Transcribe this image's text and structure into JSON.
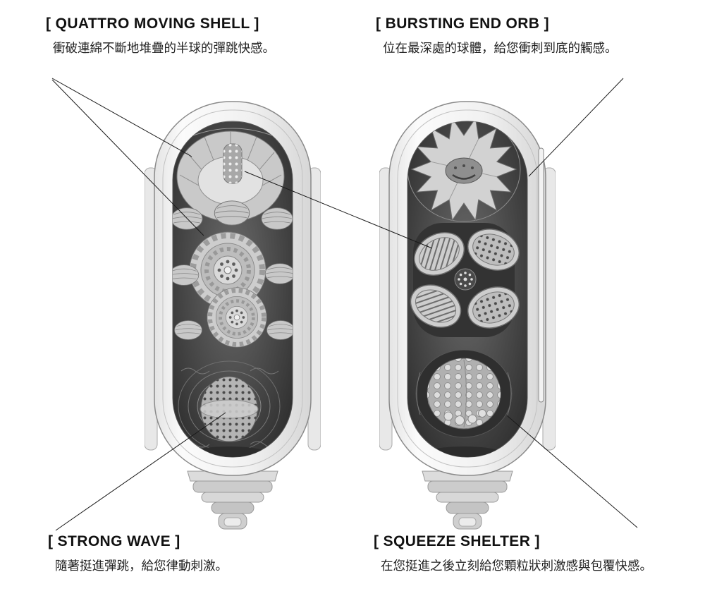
{
  "features": [
    {
      "id": "quattro-moving-shell",
      "title": "[ QUATTRO MOVING SHELL ]",
      "desc": "衝破連綿不斷地堆疊的半球的彈跳快感。"
    },
    {
      "id": "bursting-end-orb",
      "title": "[ BURSTING END ORB ]",
      "desc": "位在最深處的球體，給您衝刺到底的觸感。"
    },
    {
      "id": "strong-wave",
      "title": "[ STRONG WAVE ]",
      "desc": "隨著挺進彈跳，給您律動刺激。"
    },
    {
      "id": "squeeze-shelter",
      "title": "[ SQUEEZE SHELTER ]",
      "desc": "在您挺進之後立刻給您顆粒狀刺激感與包覆快感。"
    }
  ],
  "illustrations": [
    {
      "name": "product-cutaway-left",
      "depicts": "capsule cutaway showing moving shell, rosette shells and strong-wave orb"
    },
    {
      "name": "product-cutaway-right",
      "depicts": "capsule cutaway showing bursting end orb, quattro shells and squeeze shelter orb"
    }
  ],
  "colors": {
    "ink": "#111111",
    "callout_line": "#1a1a1a",
    "art_dark": "#333333",
    "art_light": "#e8e8e8"
  }
}
